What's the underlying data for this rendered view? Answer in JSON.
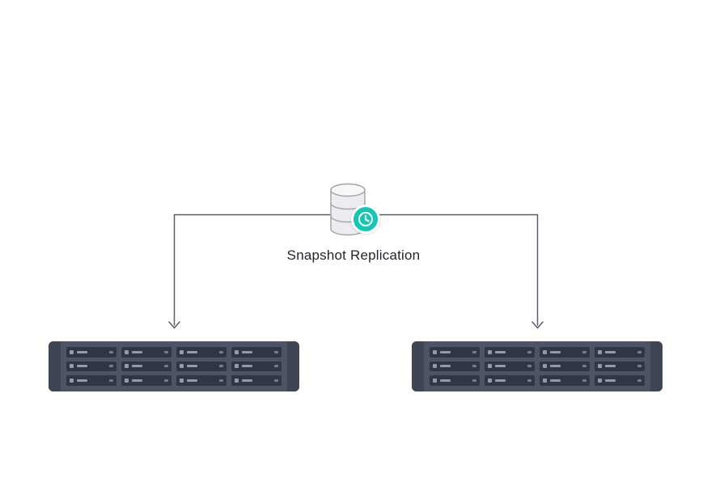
{
  "diagram": {
    "label": "Snapshot Replication",
    "source": {
      "icon": "database",
      "badge_icon": "clock"
    },
    "colors": {
      "connector": "#565f6e",
      "badge_teal": "#15c6b3",
      "server_body": "#4d5565",
      "server_rail": "#3e4553",
      "bay": "#2f3644",
      "bay_detail": "#939baa",
      "label_text": "#21262f"
    },
    "servers": [
      {
        "id": "left",
        "bays": {
          "rows": 3,
          "columns": 4
        }
      },
      {
        "id": "right",
        "bays": {
          "rows": 3,
          "columns": 4
        }
      }
    ]
  }
}
